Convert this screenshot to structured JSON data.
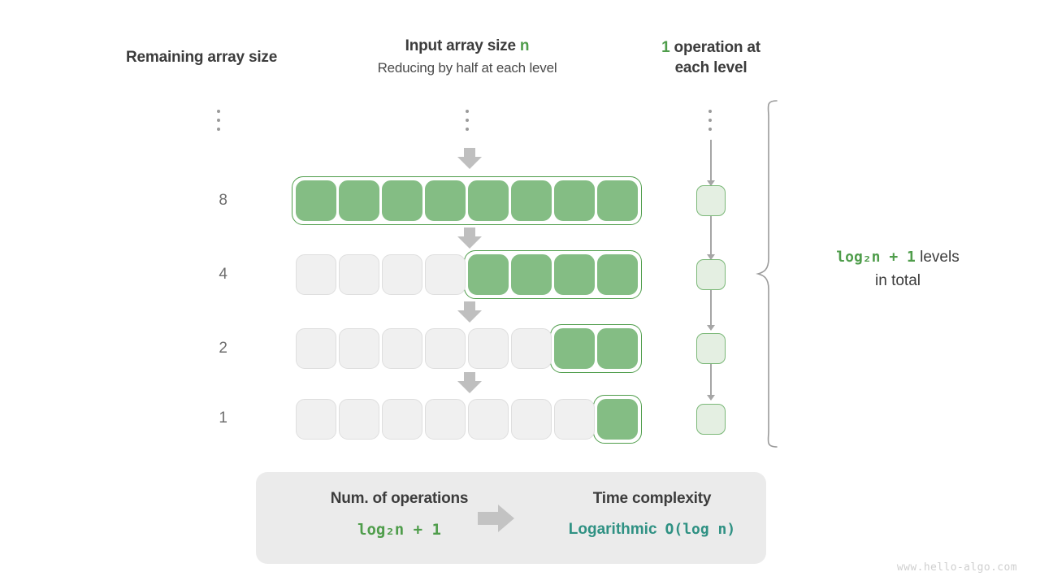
{
  "headers": {
    "left": "Remaining array size",
    "mid_line1_prefix": "Input array size ",
    "mid_line1_var": "n",
    "mid_line2": "Reducing by half at each level",
    "right_count": "1",
    "right_text_line1": " operation at",
    "right_text_line2": "each level"
  },
  "colors": {
    "green_fill": "#84bd84",
    "green_stroke": "#4f9d4b",
    "light_green_fill": "#e4efe2",
    "light_green_stroke": "#7bb878",
    "gray_fill": "#f0f0f0",
    "gray_stroke": "#dedede",
    "arrow_gray": "#bfbfbf",
    "teal": "#2f9183",
    "text_dark": "#3c3c3c",
    "label_gray": "#6e6e6e",
    "summary_bg": "#ebebeb",
    "watermark": "#cfcfcf"
  },
  "rows": [
    {
      "label": "8",
      "total_cells": 8,
      "green_cells": 8,
      "green_start_index": 0
    },
    {
      "label": "4",
      "total_cells": 8,
      "green_cells": 4,
      "green_start_index": 4
    },
    {
      "label": "2",
      "total_cells": 8,
      "green_cells": 2,
      "green_start_index": 6
    },
    {
      "label": "1",
      "total_cells": 8,
      "green_cells": 1,
      "green_start_index": 7
    }
  ],
  "operations_per_level": [
    "1",
    "1",
    "1",
    "1"
  ],
  "ellipsis": {
    "dot_count": 3,
    "columns": [
      "remaining-size-column",
      "array-column",
      "operations-column"
    ]
  },
  "brace_annotation": {
    "formula": "log₂n + 1",
    "suffix": " levels",
    "line2": "in total"
  },
  "summary": {
    "left_title": "Num. of operations",
    "left_value": "log₂n + 1",
    "right_title": "Time complexity",
    "right_value_word": "Logarithmic",
    "right_value_notation": "O(log n)"
  },
  "watermark": "www.hello-algo.com",
  "chart_data": {
    "type": "diagram",
    "title": "Logarithmic time complexity illustration",
    "levels": [
      {
        "remaining_array_size": 8,
        "operations": 1
      },
      {
        "remaining_array_size": 4,
        "operations": 1
      },
      {
        "remaining_array_size": 2,
        "operations": 1
      },
      {
        "remaining_array_size": 1,
        "operations": 1
      }
    ],
    "total_levels_formula": "log₂n + 1",
    "time_complexity": "O(log n)"
  }
}
